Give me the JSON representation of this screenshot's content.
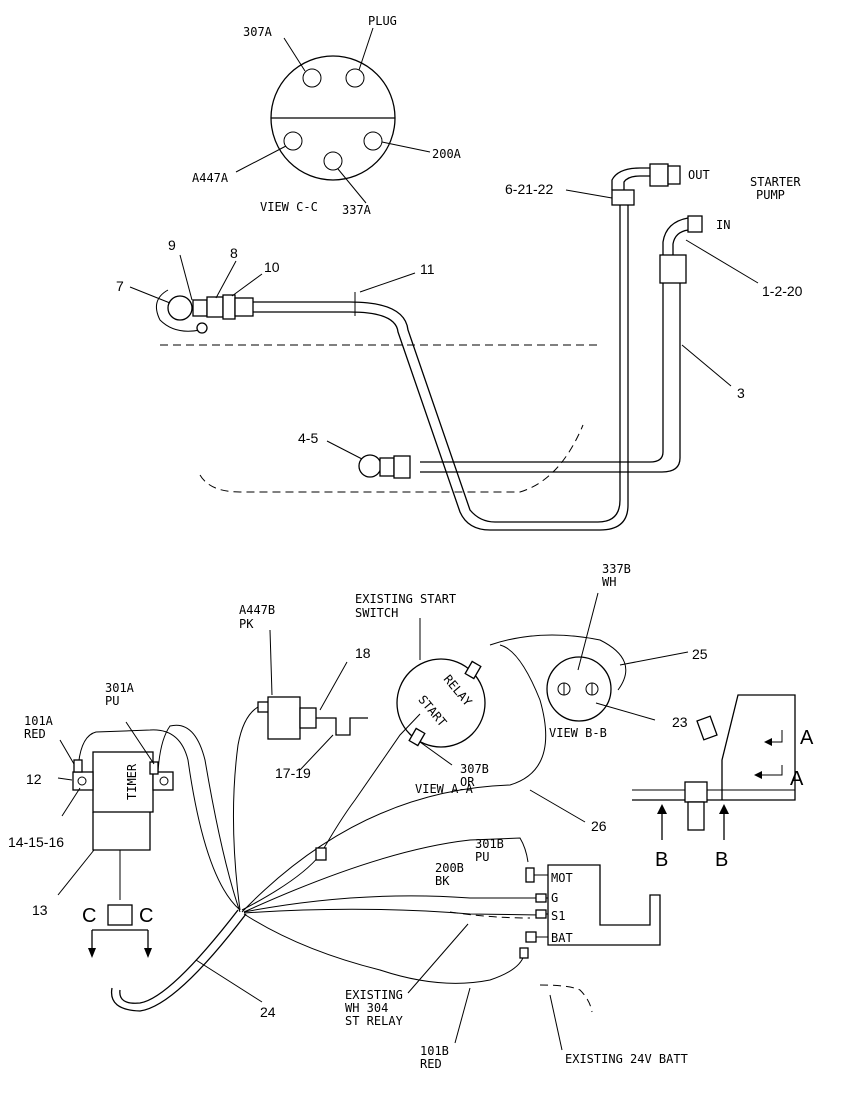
{
  "view_cc": {
    "title": "VIEW C-C",
    "pins": [
      "307A",
      "PLUG",
      "A447A",
      "200A",
      "337A"
    ]
  },
  "hydraulic": {
    "labels": [
      "7",
      "9",
      "8",
      "10",
      "11",
      "4-5",
      "6-21-22",
      "OUT",
      "IN",
      "1-2-20",
      "3"
    ],
    "pump_label": [
      "STARTER",
      "PUMP"
    ]
  },
  "electrical": {
    "switch_label": [
      "EXISTING START",
      "SWITCH"
    ],
    "switch_face": [
      "RELAY",
      "START"
    ],
    "view_aa": "VIEW A-A",
    "view_bb": "VIEW B-B",
    "wire_a447b": [
      "A447B",
      "PK"
    ],
    "wire_337b": [
      "337B",
      "WH"
    ],
    "wire_307b": [
      "307B",
      "OR"
    ],
    "wire_301a": [
      "301A",
      "PU"
    ],
    "wire_101a": [
      "101A",
      "RED"
    ],
    "wire_301b": [
      "301B",
      "PU"
    ],
    "wire_200b": [
      "200B",
      "BK"
    ],
    "wire_101b": [
      "101B",
      "RED"
    ],
    "timer": "TIMER",
    "relay_terms": [
      "MOT",
      "G",
      "S1",
      "BAT"
    ],
    "existing_relay": [
      "EXISTING",
      "WH 304",
      "ST RELAY"
    ],
    "existing_batt": "EXISTING 24V BATT",
    "callouts": [
      "18",
      "17-19",
      "25",
      "23",
      "26",
      "12",
      "14-15-16",
      "13",
      "24"
    ],
    "section_letters": [
      "A",
      "A",
      "B",
      "B",
      "C",
      "C"
    ]
  }
}
